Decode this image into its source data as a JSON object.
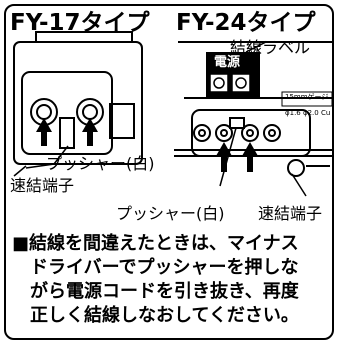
{
  "models": {
    "left": "FY-17タイプ",
    "right": "FY-24タイプ"
  },
  "labels": {
    "wiring_label": "結線ラベル",
    "power": "電源",
    "gauge": "15mmゲージ",
    "wire_spec": "φ1.6 φ2.0 Cu",
    "pusher_white_left": "プッシャー(白)",
    "terminal_left": "速結端子",
    "pusher_white_center": "プッシャー(白)",
    "terminal_right": "速結端子"
  },
  "note": {
    "bullet": "■",
    "lines": [
      "結線を間違えたときは、マイナス",
      "ドライバーでプッシャーを押しな",
      "がら電源コードを引き抜き、再度",
      "正しく結線しなおしてください。"
    ]
  },
  "colors": {
    "line": "#000000",
    "background": "#ffffff",
    "label_bg": "#000000",
    "label_fg": "#ffffff"
  }
}
